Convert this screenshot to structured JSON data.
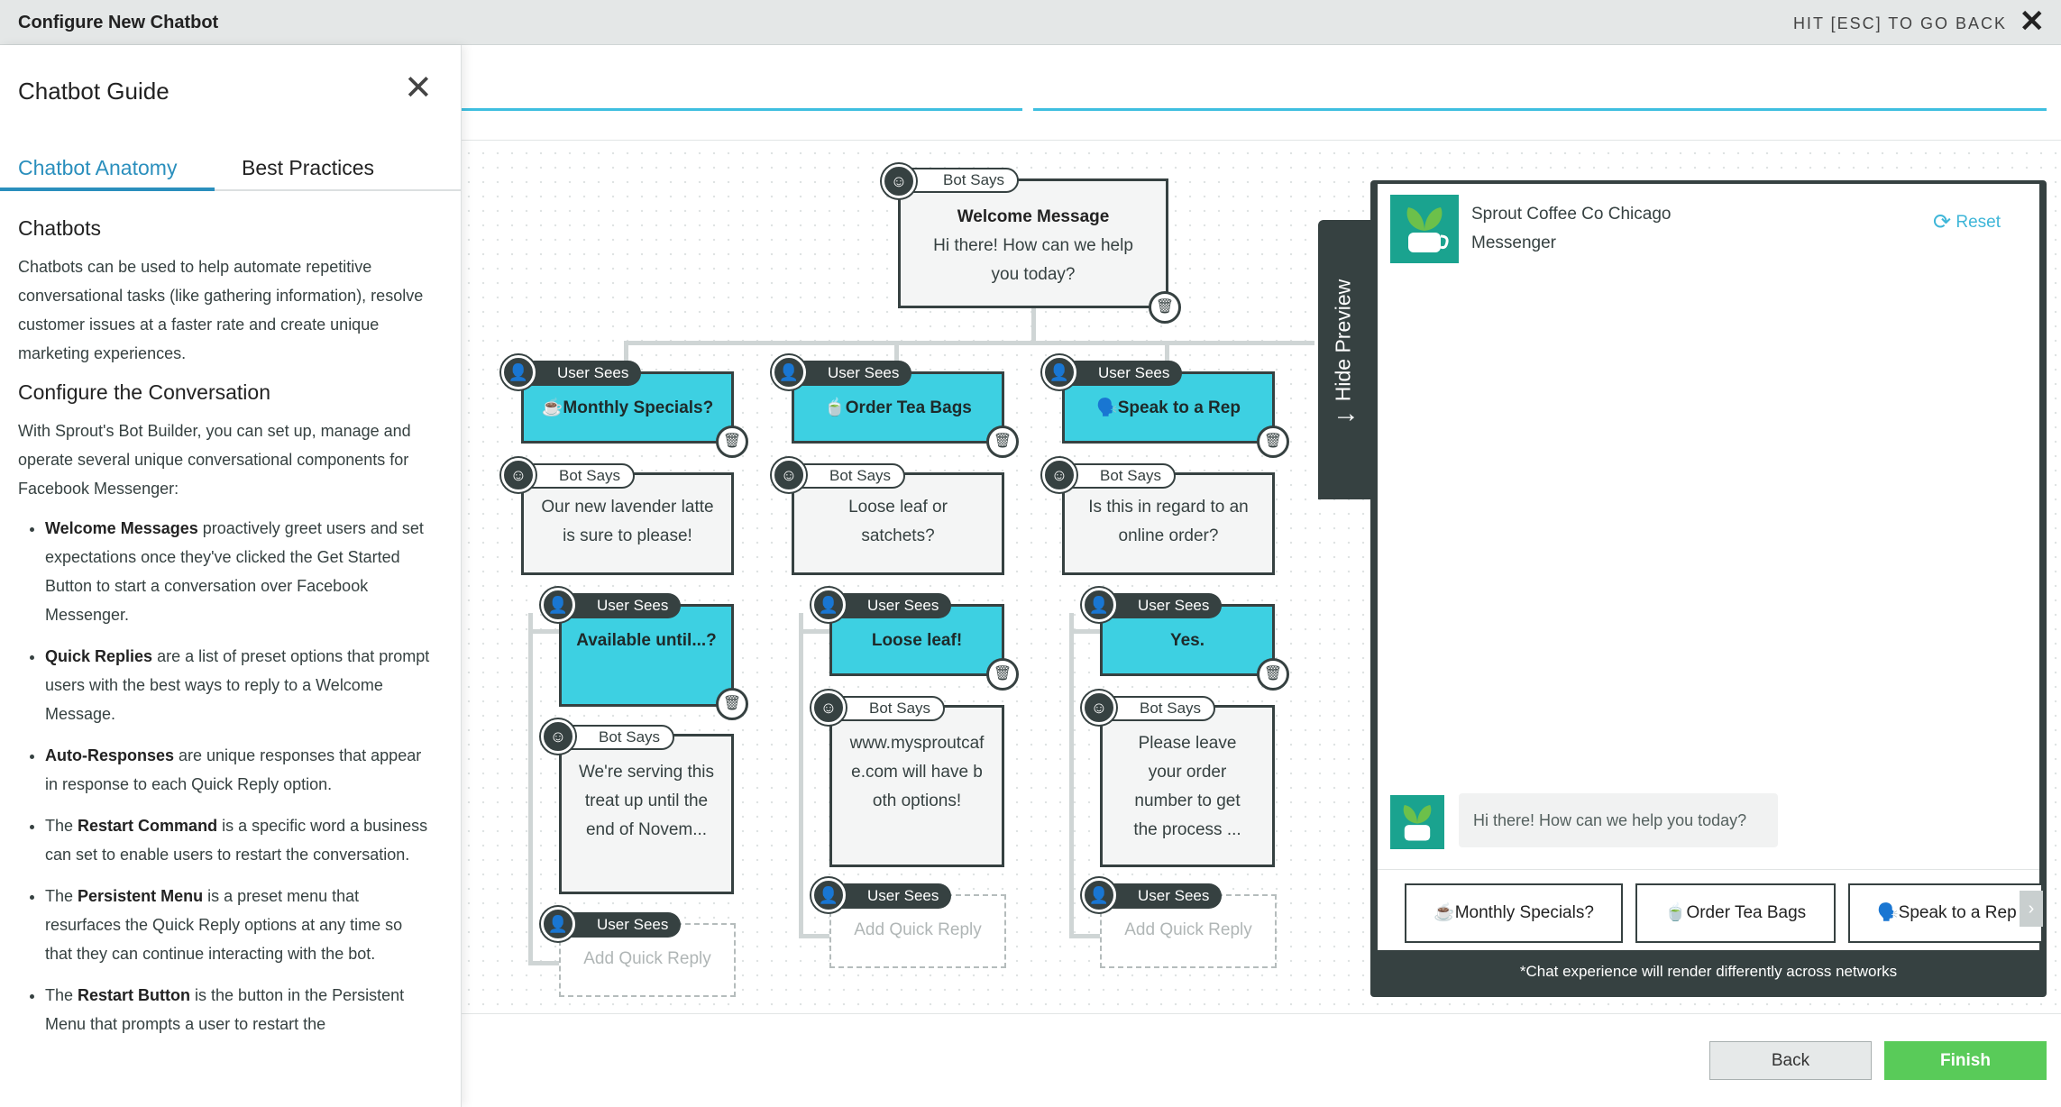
{
  "topbar": {
    "title": "Configure New Chatbot",
    "esc_hint": "HIT [ESC] TO GO BACK"
  },
  "guide": {
    "title": "Chatbot Guide",
    "tabs": [
      {
        "label": "Chatbot Anatomy"
      },
      {
        "label": "Best Practices"
      }
    ],
    "h_chatbots": "Chatbots",
    "p_chatbots": "Chatbots can be used to help automate repetitive conversational tasks (like gathering information), resolve customer issues at a faster rate and create unique marketing experiences.",
    "h_configure": "Configure the Conversation",
    "p_configure": "With Sprout's Bot Builder, you can set up, manage and operate several unique conversational components for Facebook Messenger:",
    "items": [
      {
        "term": "Welcome Messages",
        "text": " proactively greet users and set expectations once they've clicked the Get Started Button to start a conversation over Facebook Messenger."
      },
      {
        "term": "Quick Replies",
        "text": " are a list of preset options that prompt users with the best ways to reply to a Welcome Message."
      },
      {
        "term": "Auto-Responses",
        "text": " are unique responses that appear in response to each Quick Reply option."
      },
      {
        "pre": "The ",
        "term": "Restart Command",
        "text": " is a specific word a business can set to enable users to restart the conversation."
      },
      {
        "pre": "The ",
        "term": "Persistent Menu",
        "text": " is a preset menu that resurfaces the Quick Reply options at any time so that they can continue interacting with the bot."
      },
      {
        "pre": "The ",
        "term": "Restart Button",
        "text": " is the button in the Persistent Menu that prompts a user to restart the"
      }
    ]
  },
  "flow": {
    "bot_says": "Bot Says",
    "user_sees": "User Sees",
    "welcome_title": "Welcome Message",
    "welcome_text": "Hi there! How can we help you today?",
    "add_quick_reply": "Add Quick Reply",
    "c1": {
      "reply": "☕Monthly Specials?",
      "bot": "Our new lavender latte is sure to please!",
      "reply2": "Available until...?",
      "bot2": "We're serving this treat up until the end of Novem..."
    },
    "c2": {
      "reply": "🍵Order Tea Bags",
      "bot": "Loose leaf or satchets?",
      "reply2": "Loose leaf!",
      "bot2": "www.mysproutcafe.com will have both options!"
    },
    "c3": {
      "reply": "🗣️Speak to a Rep",
      "bot": "Is this in regard to an online order?",
      "reply2": "Yes.",
      "bot2": "Please leave your order number to get the process ..."
    }
  },
  "preview": {
    "hide_label": "Hide Preview",
    "page_name": "Sprout Coffee Co Chicago",
    "channel": "Messenger",
    "reset": "Reset",
    "message": "Hi there! How can we help you today?",
    "quick_replies": [
      "☕Monthly Specials?",
      "🍵Order Tea Bags",
      "🗣️Speak to a Rep"
    ],
    "note": "*Chat experience will render differently across networks"
  },
  "footer": {
    "back": "Back",
    "finish": "Finish"
  },
  "colors": {
    "accent": "#3dd0e2",
    "dark": "#364141",
    "success": "#59cb59",
    "link": "#2a8fbd"
  }
}
